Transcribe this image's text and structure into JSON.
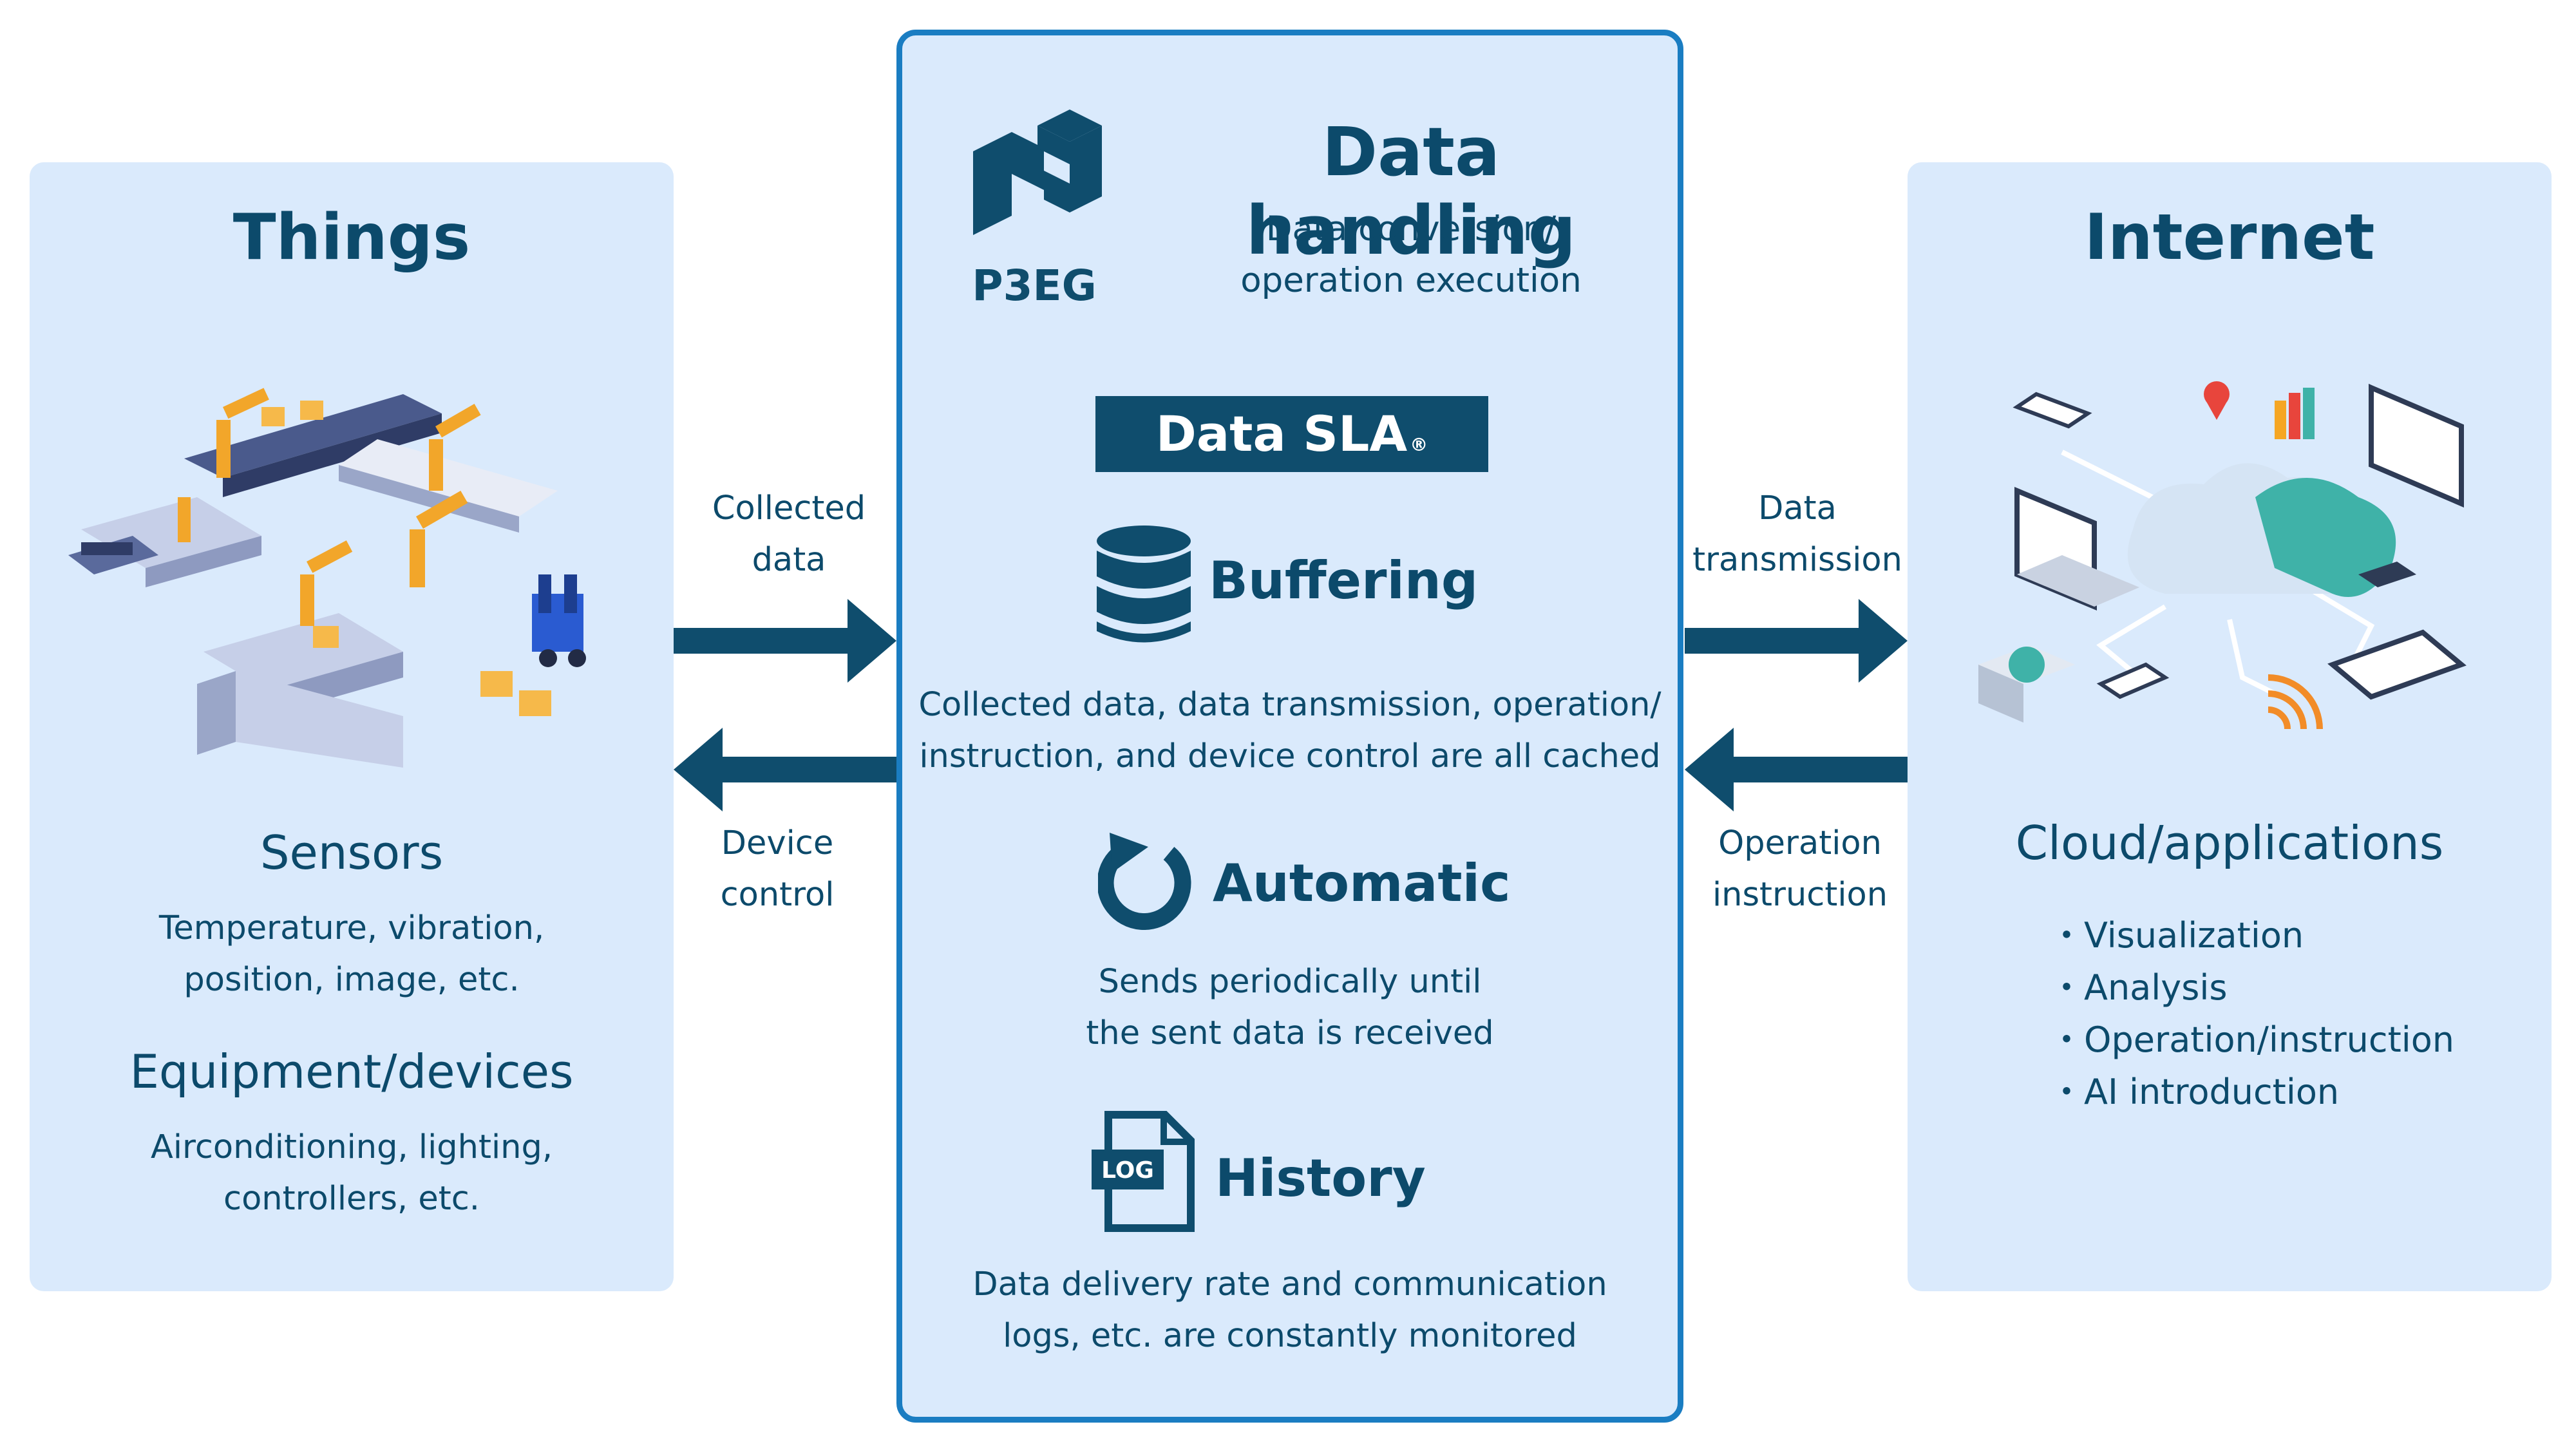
{
  "things": {
    "title": "Things",
    "sensors_title": "Sensors",
    "sensors_desc": [
      "Temperature, vibration,",
      "position, image, etc."
    ],
    "equipment_title": "Equipment/devices",
    "equipment_desc": [
      "Airconditioning, lighting,",
      "controllers, etc."
    ]
  },
  "arrows_left": {
    "top_label": [
      "Collected",
      "data"
    ],
    "bottom_label": [
      "Device",
      "control"
    ]
  },
  "center": {
    "logo_text": "P3EG",
    "title": "Data handling",
    "subtitle": [
      "Data conversion/",
      "operation execution"
    ],
    "sla_label": "Data SLA",
    "sla_reg": "®",
    "buffering": {
      "title": "Buffering",
      "desc": [
        "Collected data, data transmission, operation/",
        "instruction, and device control are all cached"
      ]
    },
    "automatic": {
      "title": "Automatic",
      "desc": [
        "Sends periodically until",
        "the sent data is received"
      ]
    },
    "history": {
      "title": "History",
      "icon_text": "LOG",
      "desc": [
        "Data delivery rate and communication",
        "logs, etc. are constantly monitored"
      ]
    }
  },
  "arrows_right": {
    "top_label": [
      "Data",
      "transmission"
    ],
    "bottom_label": [
      "Operation",
      "instruction"
    ]
  },
  "internet": {
    "title": "Internet",
    "cloud_title": "Cloud/applications",
    "items": [
      "Visualization",
      "Analysis",
      "Operation/instruction",
      "AI introduction"
    ]
  },
  "colors": {
    "panel": "#daeafc",
    "dark_navy": "#0c4a6b",
    "border_blue": "#1a7dc2",
    "arrow": "#0f4d6d"
  }
}
